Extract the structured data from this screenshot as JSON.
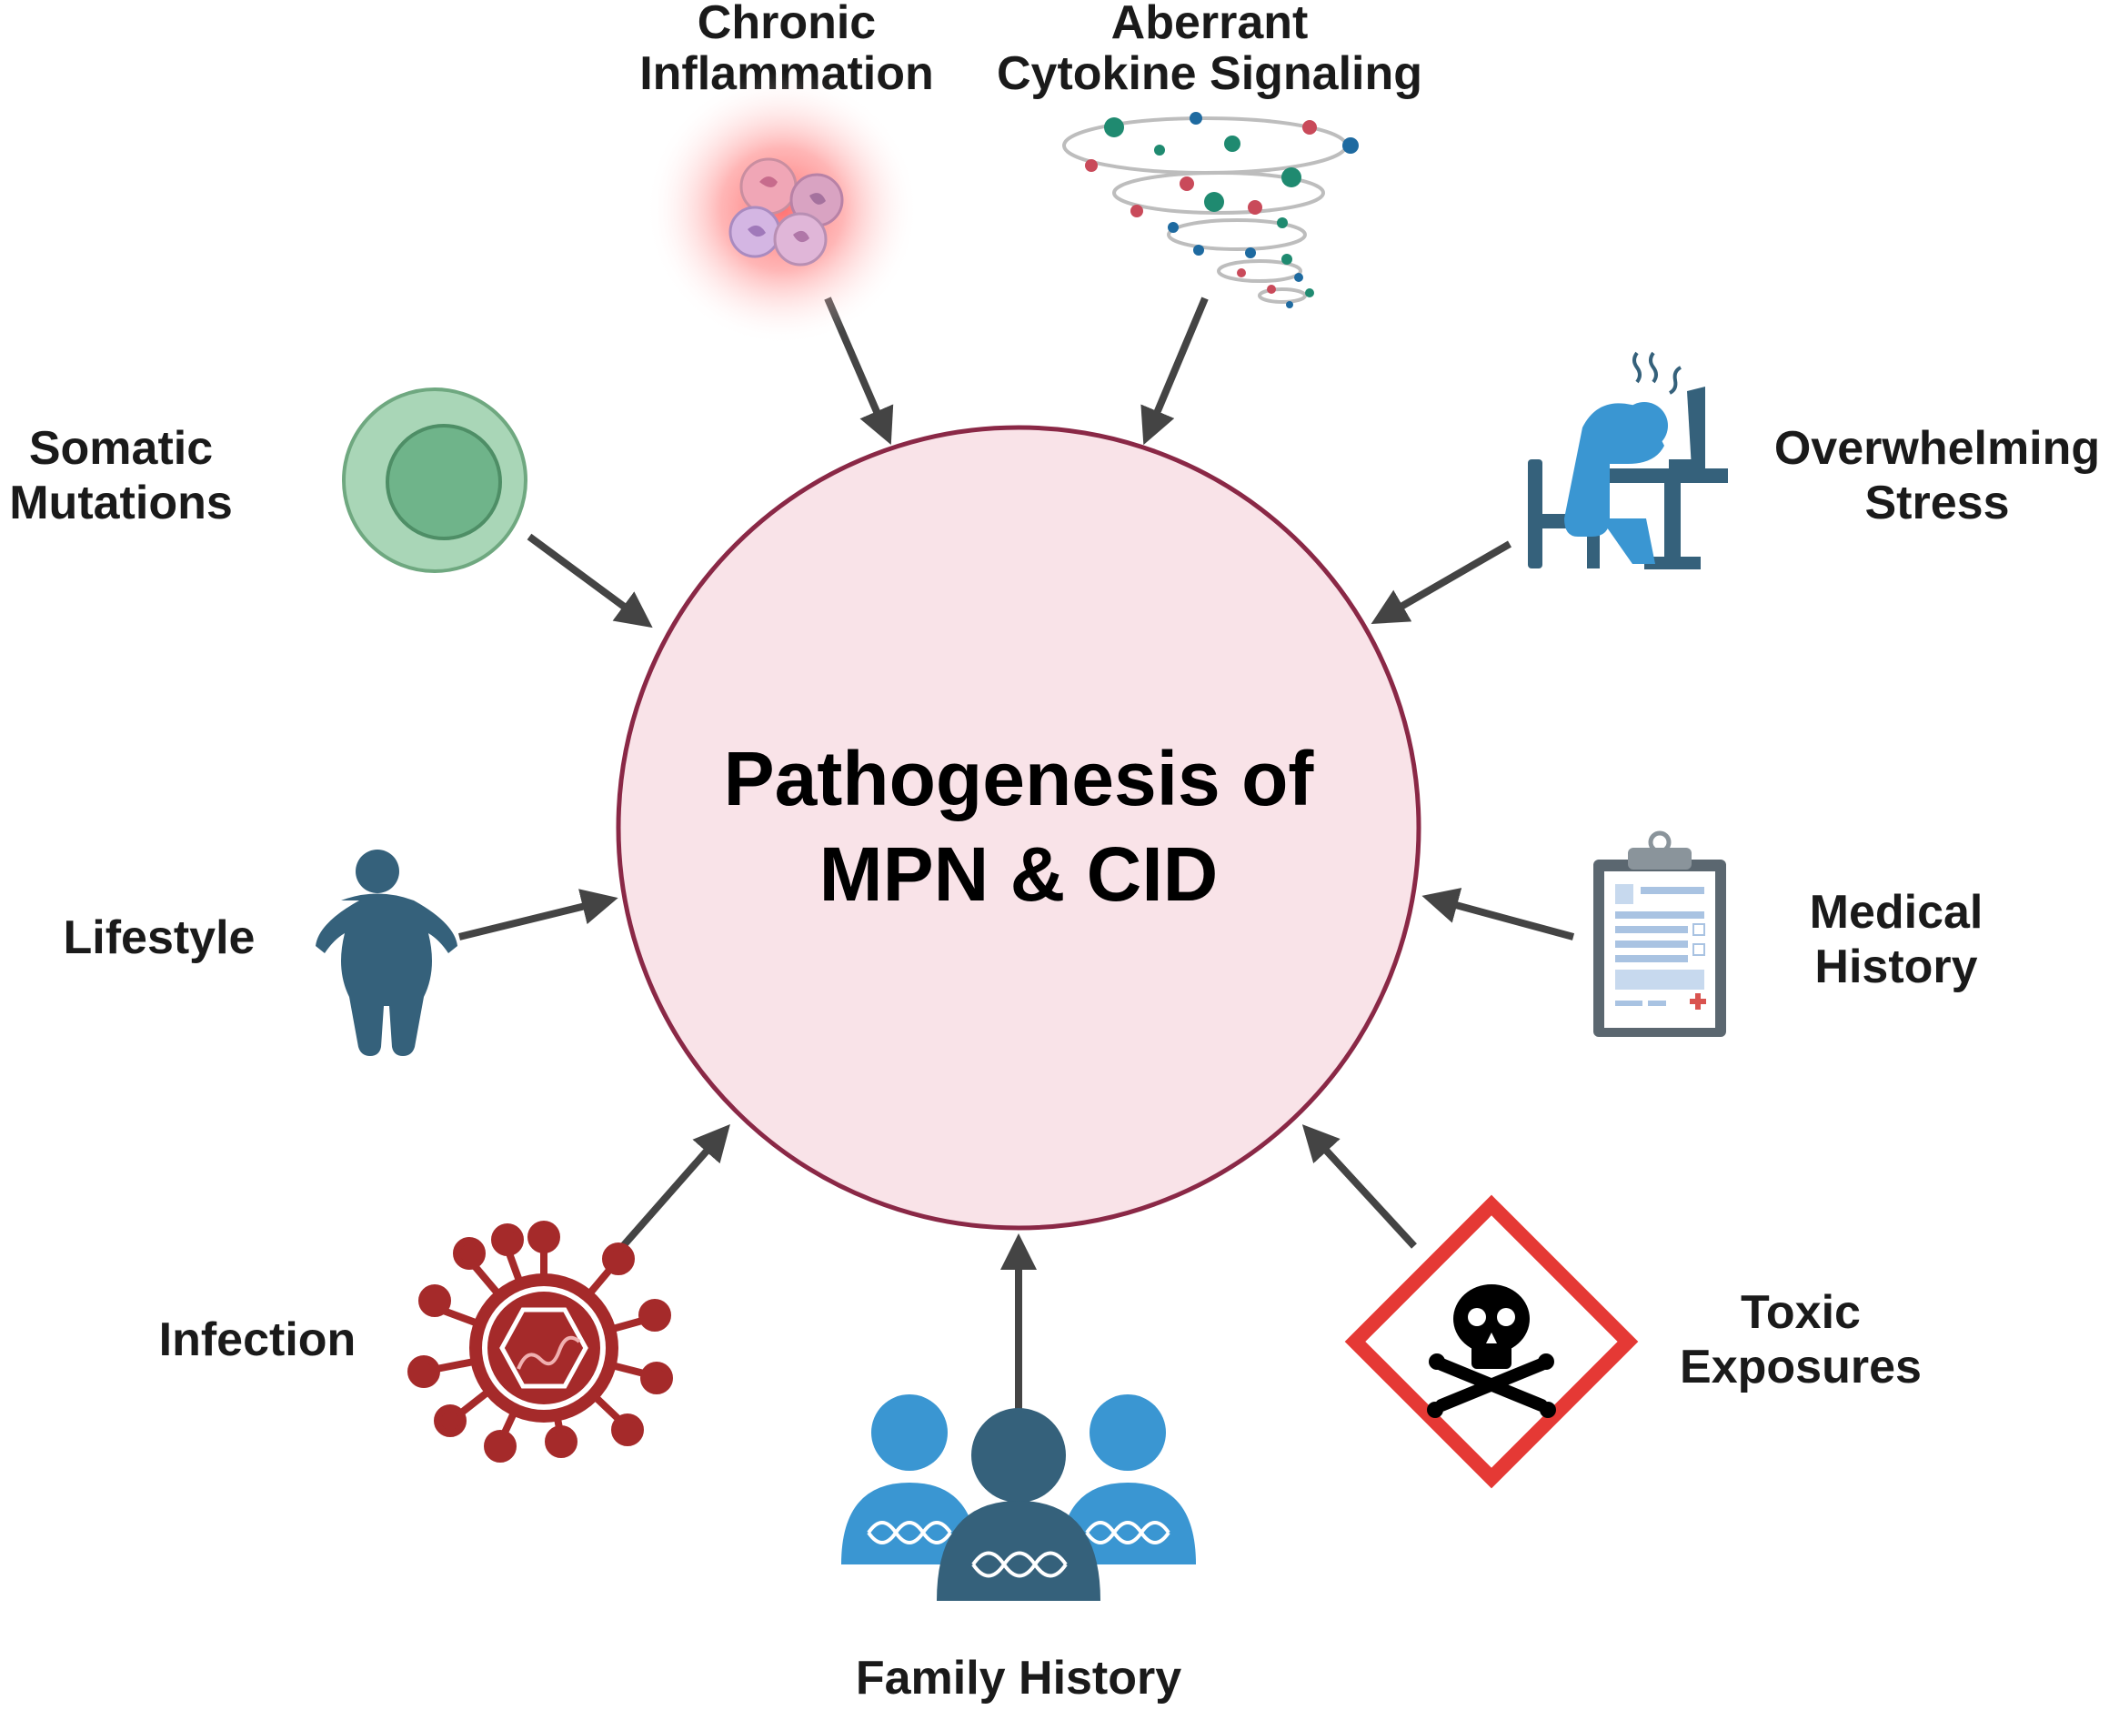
{
  "center": {
    "title_line1": "Pathogenesis of",
    "title_line2": "MPN & CID"
  },
  "factors": {
    "chronic_inflammation": {
      "line1": "Chronic",
      "line2": "Inflammation"
    },
    "cytokine": {
      "line1": "Aberrant",
      "line2": "Cytokine Signaling"
    },
    "somatic": {
      "line1": "Somatic",
      "line2": "Mutations"
    },
    "stress": {
      "line1": "Overwhelming",
      "line2": "Stress"
    },
    "lifestyle": {
      "line1": "Lifestyle"
    },
    "medical": {
      "line1": "Medical",
      "line2": "History"
    },
    "infection": {
      "line1": "Infection"
    },
    "toxic": {
      "line1": "Toxic",
      "line2": "Exposures"
    },
    "family": {
      "line1": "Family History"
    }
  },
  "colors": {
    "circle_fill": "#f9e3e8",
    "circle_stroke": "#8a2846",
    "arrow": "#444444",
    "dark_blue": "#35617b",
    "light_blue": "#3a96d2",
    "virus_red": "#a52a2a",
    "hazard_red": "#e53935",
    "cell_green": "#6fb48a"
  },
  "icons": {
    "chronic_inflammation": "inflamed-cells-icon",
    "cytokine": "cytokine-storm-icon",
    "somatic": "mutated-cell-icon",
    "stress": "stressed-person-at-desk-icon",
    "lifestyle": "obese-person-icon",
    "medical": "medical-record-clipboard-icon",
    "infection": "virus-icon",
    "toxic": "toxic-hazard-skull-icon",
    "family": "family-dna-people-icon"
  }
}
